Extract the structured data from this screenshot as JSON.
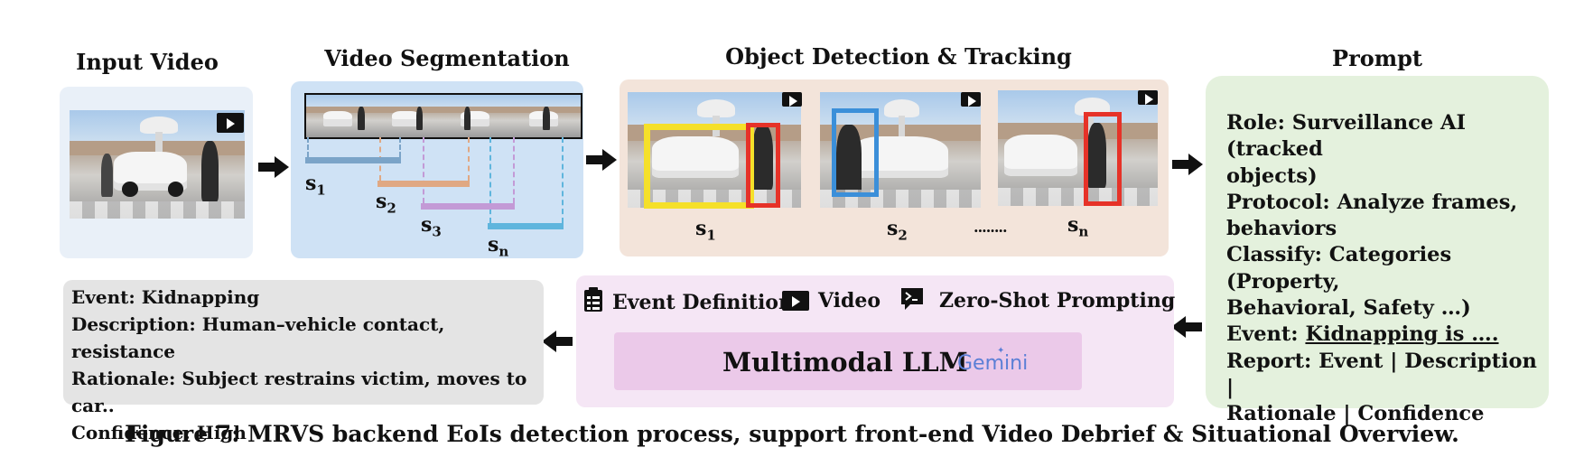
{
  "titles": {
    "input_video": "Input Video",
    "video_segmentation": "Video Segmentation",
    "object_detection": "Object Detection & Tracking",
    "prompt": "Prompt"
  },
  "segments": {
    "s1": {
      "base": "s",
      "sub": "1"
    },
    "s2": {
      "base": "s",
      "sub": "2"
    },
    "s3": {
      "base": "s",
      "sub": "3"
    },
    "sn": {
      "base": "s",
      "sub": "n"
    }
  },
  "detection_frames": {
    "f1": {
      "base": "s",
      "sub": "1"
    },
    "f2": {
      "base": "s",
      "sub": "2"
    },
    "ellipsis": "........",
    "fn": {
      "base": "s",
      "sub": "n"
    }
  },
  "prompt_lines": [
    "Role: Surveillance AI (tracked",
    "objects)",
    "Protocol: Analyze frames,",
    "behaviors",
    "Classify: Categories (Property,",
    "Behavioral, Safety …)",
    "Report: Event | Description |",
    "Rationale | Confidence"
  ],
  "prompt_event": {
    "label": "Event: ",
    "value": "Kidnapping is …."
  },
  "llm": {
    "items": [
      "Event Definition",
      "Video",
      "Zero-Shot Prompting"
    ],
    "model_label": "Multimodal LLM",
    "provider": "Gemini"
  },
  "output": {
    "lines": [
      "Event: Kidnapping",
      "Description: Human–vehicle contact, resistance",
      "Rationale: Subject restrains victim, moves to car..",
      "Confidence: High"
    ]
  },
  "caption": "Figure 7: MRVS backend EoIs detection process, support front-end Video Debrief & Situational Overview.",
  "colors": {
    "input_panel": "#e9f0f8",
    "segmentation_panel": "#cfe2f5",
    "detection_panel": "#f3e4da",
    "prompt_panel": "#e4f1dd",
    "llm_panel": "#f5e6f5",
    "llm_inner": "#ebc9e9",
    "output_panel": "#e4e4e4",
    "seg1": "#7ba4c8",
    "seg2": "#e0a883",
    "seg3": "#c39ad6",
    "segn": "#5fb5dd",
    "yellow_box": "#f5e02a",
    "red_box": "#e63228",
    "blue_box": "#3b8fd9",
    "gemini": "#5b7fd6"
  }
}
